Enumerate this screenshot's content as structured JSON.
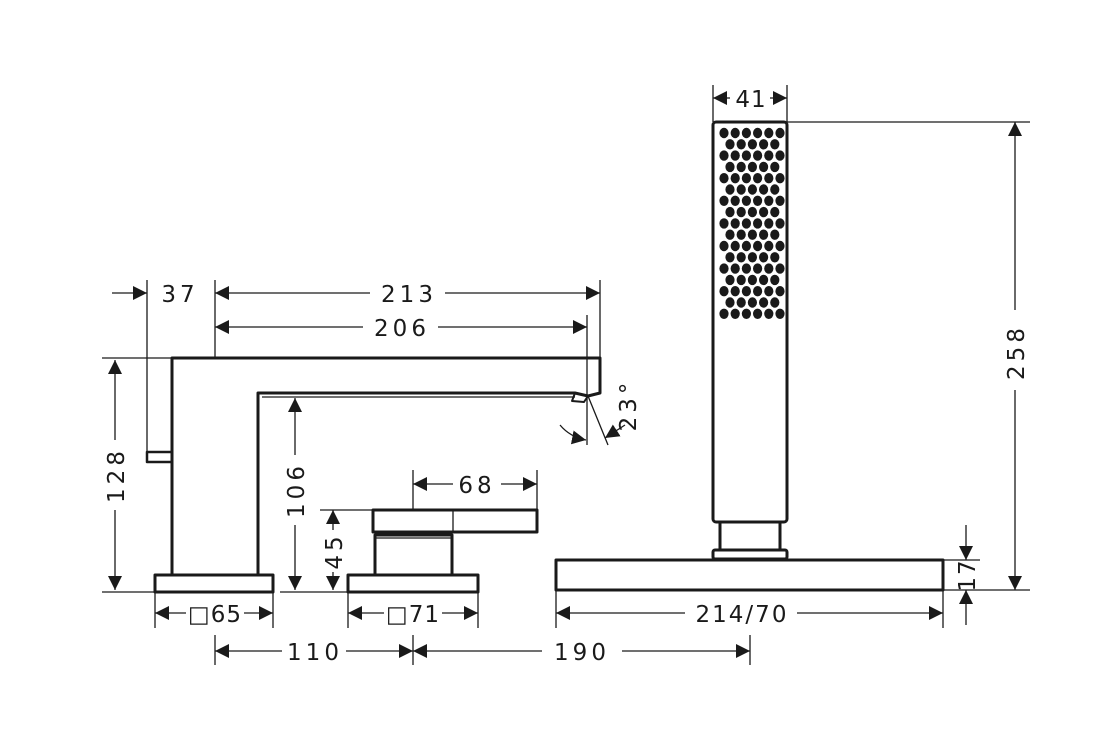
{
  "drawing": {
    "dimensions": {
      "spout_offset": "37",
      "spout_length_total": "213",
      "spout_length": "206",
      "spout_angle": "23°",
      "faucet_height": "128",
      "spout_clearance": "106",
      "handle_length": "68",
      "handle_height": "45",
      "faucet_base": "□65",
      "handle_base": "□71",
      "spacing_1": "110",
      "spacing_2": "190",
      "shower_width": "41",
      "shower_height": "258",
      "holder_base": "214/70",
      "holder_base_height": "17"
    }
  }
}
